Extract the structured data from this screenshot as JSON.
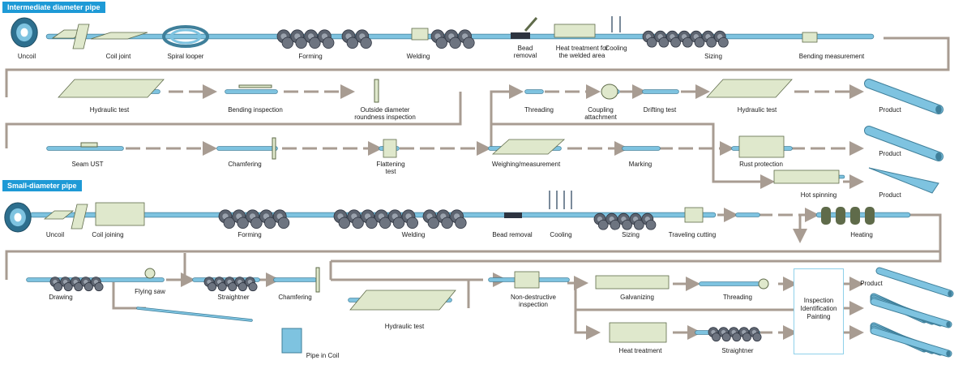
{
  "sections": {
    "intermediate": "Intermediate diameter pipe",
    "small": "Small-diameter pipe"
  },
  "colors": {
    "pipe": "#7ec3e0",
    "flow": "#a89c92",
    "machine": "#dfe8cc",
    "roller": "#5d6470",
    "badge": "#1e9ad6"
  },
  "labels": {
    "uncoil": "Uncoil",
    "coil_joint": "Coil joint",
    "spiral_looper": "Spiral looper",
    "forming": "Forming",
    "welding": "Welding",
    "bead_removal": "Bead\nremoval",
    "heat_treatment_weld": "Heat treatment for\nthe welded area",
    "cooling": "Cooling",
    "sizing": "Sizing",
    "bending_measurement": "Bending measurement",
    "hydraulic_test": "Hydraulic test",
    "bending_inspection": "Bending inspection",
    "od_roundness": "Outside diameter\nroundness inspection",
    "threading": "Threading",
    "coupling": "Coupling\nattachment",
    "drifting_test": "Drifting test",
    "hydraulic_test_2": "Hydraulic test",
    "product_1": "Product",
    "seam_ust": "Seam UST",
    "chamfering": "Chamfering",
    "flattening": "Flattening\ntest",
    "weighing": "Weighing/measurement",
    "marking": "Marking",
    "rust_protection": "Rust protection",
    "product_2": "Product",
    "hot_spinning": "Hot spinning",
    "product_3": "Product",
    "s_uncoil": "Uncoil",
    "s_coil_joining": "Coil joining",
    "s_forming": "Forming",
    "s_welding": "Welding",
    "s_bead_removal": "Bead removal",
    "s_cooling": "Cooling",
    "s_sizing": "Sizing",
    "s_traveling_cutting": "Traveling cutting",
    "s_heating": "Heating",
    "s_drawing": "Drawing",
    "s_flying_saw": "Flying saw",
    "s_straightner": "Straightner",
    "s_chamfering": "Chamfering",
    "s_hydraulic_test": "Hydraulic test",
    "s_pipe_in_coil": "Pipe in Coil",
    "s_ndi": "Non-destructive\ninspection",
    "s_galvanizing": "Galvanizing",
    "s_threading": "Threading",
    "s_heat_treatment": "Heat treatment",
    "s_straightner_2": "Straightner",
    "s_product": "Product",
    "s_inspection": "Inspection\nIdentification\nPainting"
  }
}
